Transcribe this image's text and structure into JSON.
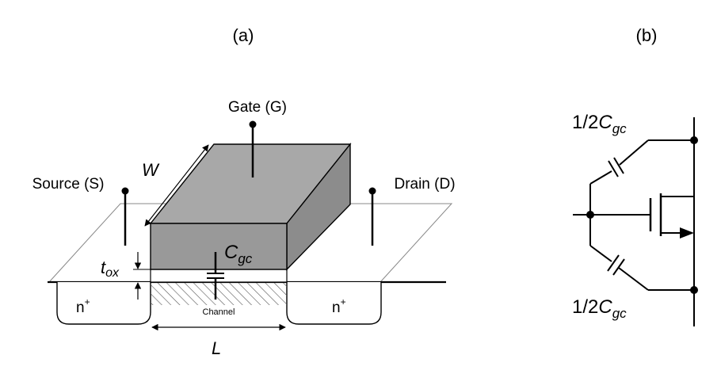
{
  "panels": {
    "a": "(a)",
    "b": "(b)"
  },
  "terminals": {
    "gate": "Gate (G)",
    "source": "Source (S)",
    "drain": "Drain (D)"
  },
  "dimensions": {
    "width": "W",
    "length": "L",
    "tox_main": "t",
    "tox_sub": "ox"
  },
  "capacitance": {
    "main": "C",
    "sub": "gc"
  },
  "regions": {
    "channel": "Channel",
    "n_plus_left": "n",
    "n_plus_right": "n",
    "sup": "+"
  },
  "schematic": {
    "top_cap_prefix": "1/2",
    "top_cap_main": "C",
    "top_cap_sub": "gc",
    "bottom_cap_prefix": "1/2",
    "bottom_cap_main": "C",
    "bottom_cap_sub": "gc"
  }
}
